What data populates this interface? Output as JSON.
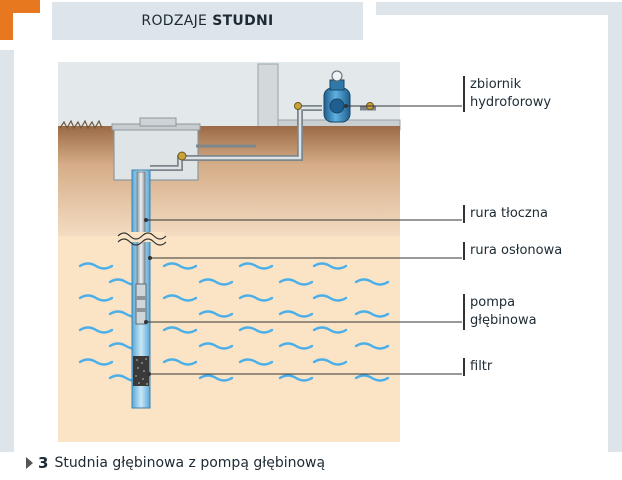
{
  "header": {
    "title_regular": "RODZAJE",
    "title_bold": "STUDNI"
  },
  "labels": {
    "tank_line1": "zbiornik",
    "tank_line2": "hydroforowy",
    "delivery_pipe": "rura tłoczna",
    "casing_pipe": "rura osłonowa",
    "pump_line1": "pompa",
    "pump_line2": "głębinowa",
    "filter": "filtr"
  },
  "caption": {
    "number": "3",
    "text": "Studnia głębinowa z pompą głębinową"
  },
  "colors": {
    "accent": "#e8781f",
    "frame": "#dde5ea",
    "sky": "#e4e9ec",
    "soil": "#d9b592",
    "water_zone": "#fbe4c6",
    "water_waves": "#4aaee8",
    "pump_blue": "#3d8fc6"
  }
}
